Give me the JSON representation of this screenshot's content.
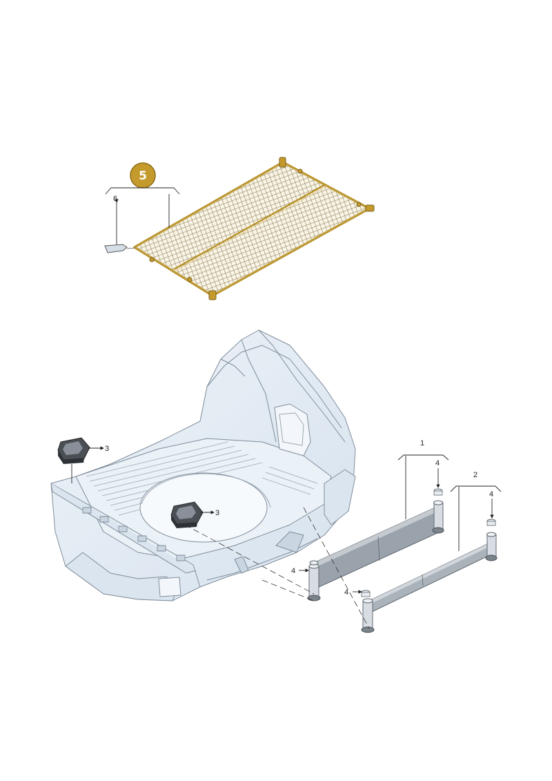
{
  "callouts": {
    "c1": "1",
    "c2": "2",
    "c3a": "3",
    "c3b": "3",
    "c4a": "4",
    "c4b": "4",
    "c4c": "4",
    "c4d": "4",
    "c5": "5",
    "c6": "6"
  },
  "colors": {
    "net_frame": "#b8922a",
    "net_mesh": "#8a7a55",
    "badge_fill": "#c49a2c",
    "body_fill": "#e4edf5",
    "body_stroke": "#7f8c99",
    "divider_fill": "#9aa3ab",
    "leader": "#222222"
  },
  "icons": {
    "badge": "circle-badge-icon",
    "arrow": "arrow-head-icon"
  }
}
